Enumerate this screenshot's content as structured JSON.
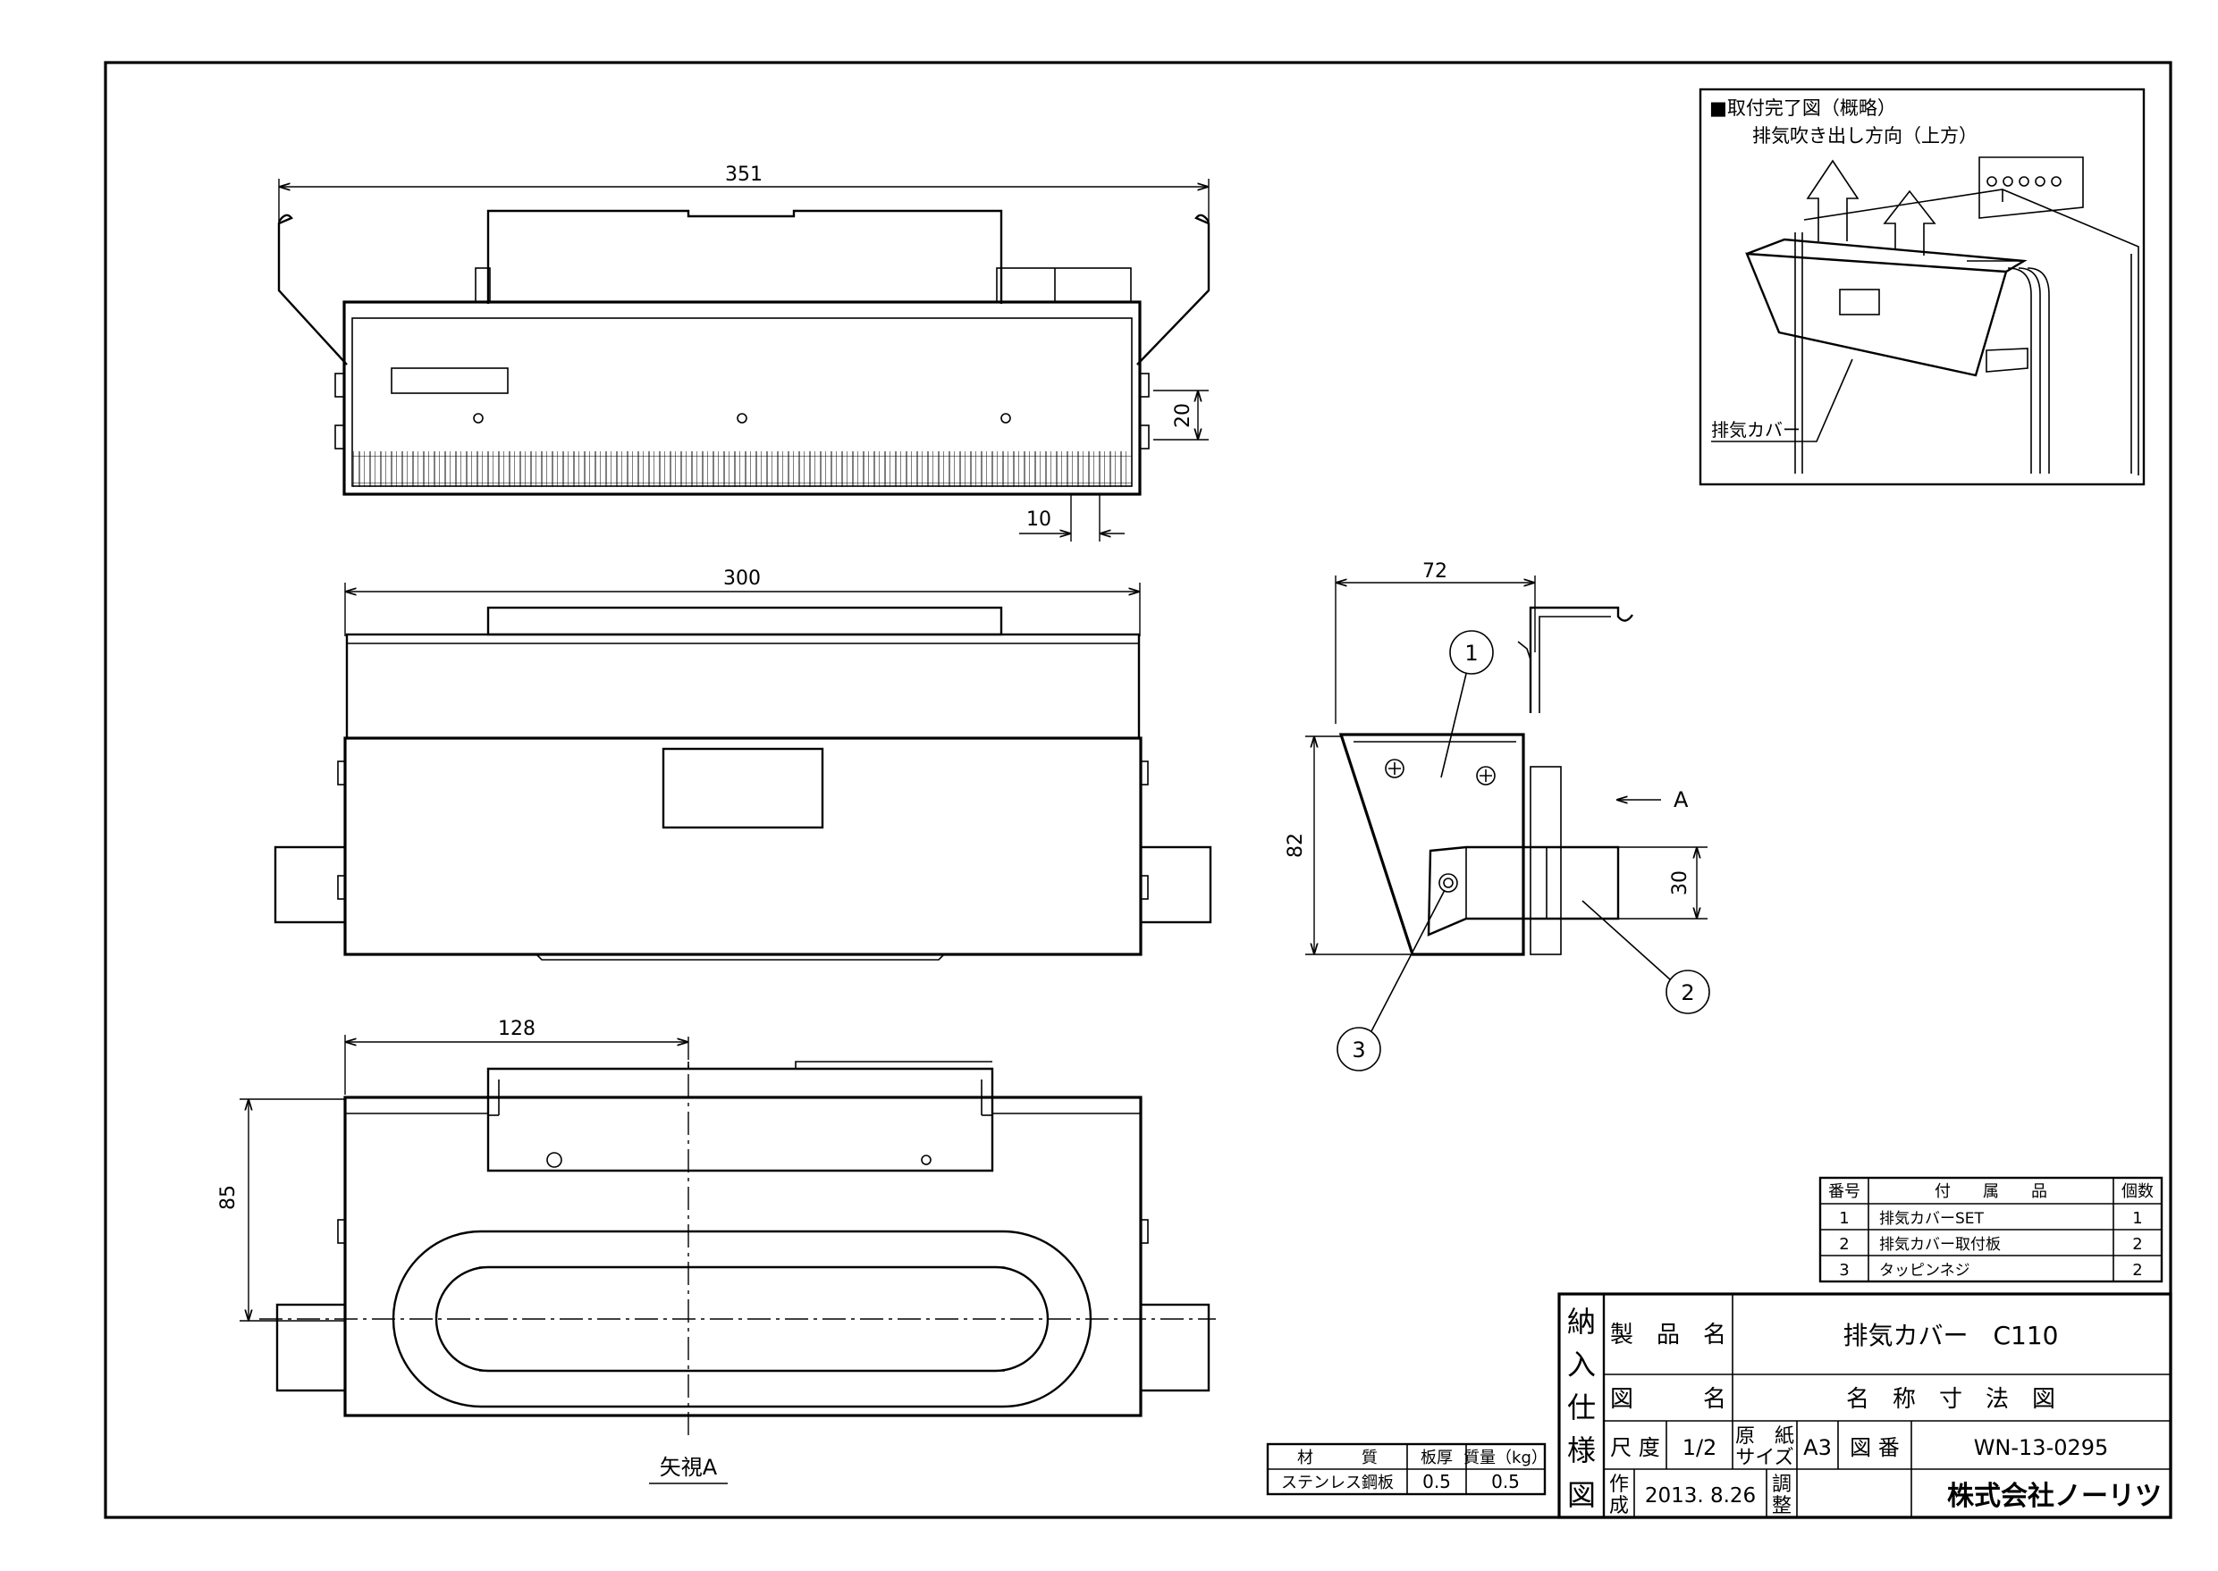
{
  "dimensions": {
    "top_width": "351",
    "top_pitch": "20",
    "top_offset": "10",
    "front_width": "300",
    "side_depth": "72",
    "side_height": "82",
    "side_bracket": "30",
    "bottom_offset": "128",
    "bottom_height": "85"
  },
  "view_labels": {
    "arrow_a": "A",
    "view_a": "矢視A"
  },
  "balloons": [
    "1",
    "2",
    "3"
  ],
  "install_figure": {
    "title": "■取付完了図（概略）",
    "subtitle": "排気吹き出し方向（上方）",
    "cover_label": "排気カバー"
  },
  "parts_table": {
    "headers": [
      "番号",
      "付　　属　　品",
      "個数"
    ],
    "rows": [
      [
        "1",
        "排気カバーSET",
        "1"
      ],
      [
        "2",
        "排気カバー取付板",
        "2"
      ],
      [
        "3",
        "タッピンネジ",
        "2"
      ]
    ]
  },
  "material_table": {
    "headers": [
      "材　　　質",
      "板厚",
      "質量（kg）"
    ],
    "row": [
      "ステンレス鋼板",
      "0.5",
      "0.5"
    ]
  },
  "title_block": {
    "side_label": [
      "納",
      "入",
      "仕",
      "様",
      "図"
    ],
    "product_name_label": "製　品　名",
    "product_name": "排気カバー　C110",
    "drawing_name_label": "図　　　名",
    "drawing_name": "名　称　寸　法　図",
    "scale_label": "尺 度",
    "scale": "1/2",
    "paper_label": [
      "原　紙",
      "サイズ"
    ],
    "paper": "A3",
    "drawing_no_label": "図 番",
    "drawing_no": "WN-13-0295",
    "created_label": [
      "作",
      "成"
    ],
    "created": "2013. 8.26",
    "adjust_label": [
      "調",
      "整"
    ],
    "company": "株式会社ノーリツ"
  },
  "colors": {
    "line": "#000000",
    "paper": "#ffffff"
  }
}
